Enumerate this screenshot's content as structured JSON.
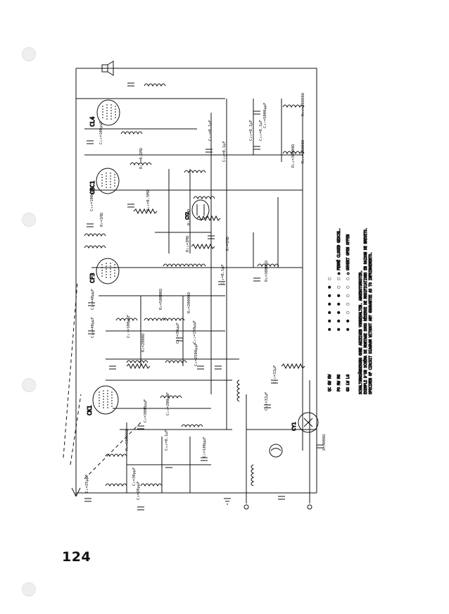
{
  "page": {
    "number": "124"
  },
  "tubes": [
    {
      "label": "CK1"
    },
    {
      "label": "CF3"
    },
    {
      "label": "CBC1"
    },
    {
      "label": "CL4"
    },
    {
      "label": "CY2"
    },
    {
      "label": "CY1"
    }
  ],
  "component_labels": [
    "R₁₆=20000Ω",
    "R₁₅=20000Ω",
    "R₁₄=30000Ω",
    "C₄₀=0,1μF",
    "C₃₇=5000μμF",
    "C₂₇=0,1μF",
    "C₃₅=0,1μF",
    "R₁₃=1MΩ",
    "R₁₂=0,5MΩ",
    "R₁₁=2MΩ",
    "C₂₂=100μμF",
    "C₃₀=100μμF",
    "R₁₀=0,1MΩ",
    "R₉=1MΩ",
    "C₂₆=0,1μF",
    "R₈=30000Ω",
    "C₂₀=0,1μF",
    "R₇=1MΩ",
    "C₁₉=40μμF",
    "C₁₈=40μμF",
    "C₁₇=100μμF",
    "R₅=20000Ω",
    "R₄=50000Ω",
    "C₁₅=30μμF",
    "C₁₂=150μμF",
    "R₂=2000Ω",
    "C₁₀=200μμF",
    "C₉=3000μμF",
    "C₆=2500μμF",
    "C₅=100μμF",
    "R₁=50000Ω",
    "C₁=25μμF",
    "C₂=30μμF",
    "C₃=20μμF",
    "C₄₄=0,1μF",
    "C₄₅=32μF",
    "C₄₃=32μF",
    "X=3000Ω"
  ],
  "switch_table": {
    "rows": [
      {
        "label": "QC  GW  KW",
        "states": [
          "●",
          "●",
          "●",
          "●",
          "●",
          "●",
          "○"
        ]
      },
      {
        "label": "PO  MW  MG",
        "states": [
          "●",
          "●",
          "●",
          "●",
          "●",
          "○",
          "○"
        ]
      },
      {
        "label": "GO  LW  LG",
        "states": [
          "●",
          "●",
          "○",
          "○",
          "○",
          "○",
          "○"
        ]
      }
    ],
    "legend_closed": "● FERMÉ  CLOSED  GESCHL.",
    "legend_open": "○ OUVERT  OPEN  OFFEN"
  },
  "note_lines": [
    "SCHALTUNGSÄNDERUNG OHNE ANZEIGEN VORBEHALTEN. ANGEBOTSMUSTER.",
    "EXEMPLE D'UN SCHÉMA DE MONTAGE SOUS RÉSERVE DE MODIFICATIONS EN RAISON DE BREVETS.",
    "SPECIMEN OF CIRCUIT DIAGRAM WITHOUT ANY GUARANTEE AS TO INFRINGEMENTS."
  ]
}
